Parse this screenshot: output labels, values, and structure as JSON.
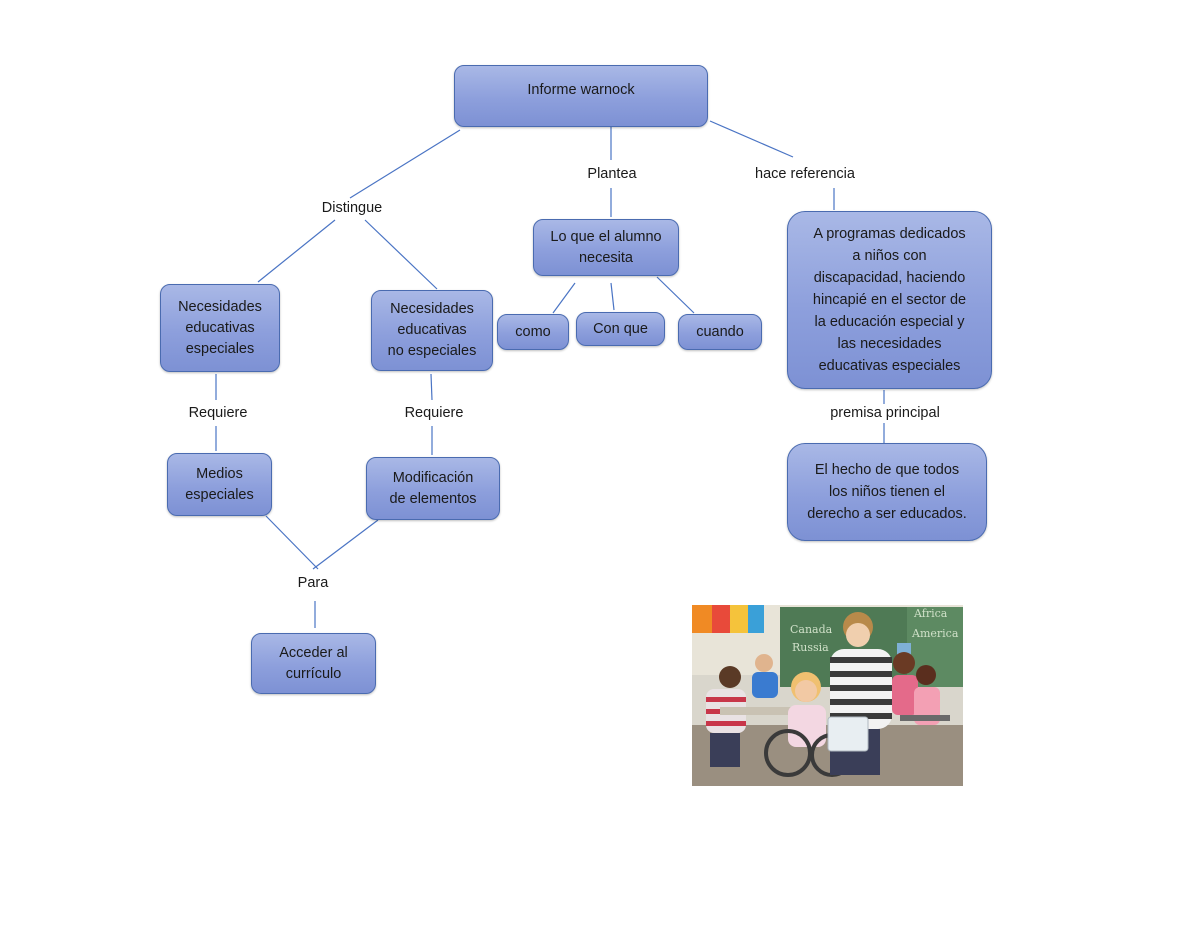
{
  "nodes": {
    "root": "Informe warnock",
    "nee": "Necesidades\neducativas\nespeciales",
    "nene": "Necesidades\neducativas\nno especiales",
    "alumno": "Lo que el alumno\nnecesita",
    "como": "como",
    "conque": "Con que",
    "cuando": "cuando",
    "programas": "A programas dedicados\na niños con\ndiscapacidad, haciendo\nhincapié en el sector de\nla educación especial y\nlas necesidades\neducativas especiales",
    "medios": "Medios\nespeciales",
    "modificacion": "Modificación\nde elementos",
    "hecho": "El hecho de que todos\nlos niños tienen el\nderecho a ser educados.",
    "acceder": "Acceder al\ncurrículo"
  },
  "labels": {
    "distingue": "Distingue",
    "plantea": "Plantea",
    "hace_referencia": "hace referencia",
    "requiere_1": "Requiere",
    "requiere_2": "Requiere",
    "premisa": "premisa principal",
    "para": "Para"
  },
  "colors": {
    "node_fill": "#8d9fdc",
    "node_border": "#4a6bb0",
    "connector": "#4a74c4"
  }
}
